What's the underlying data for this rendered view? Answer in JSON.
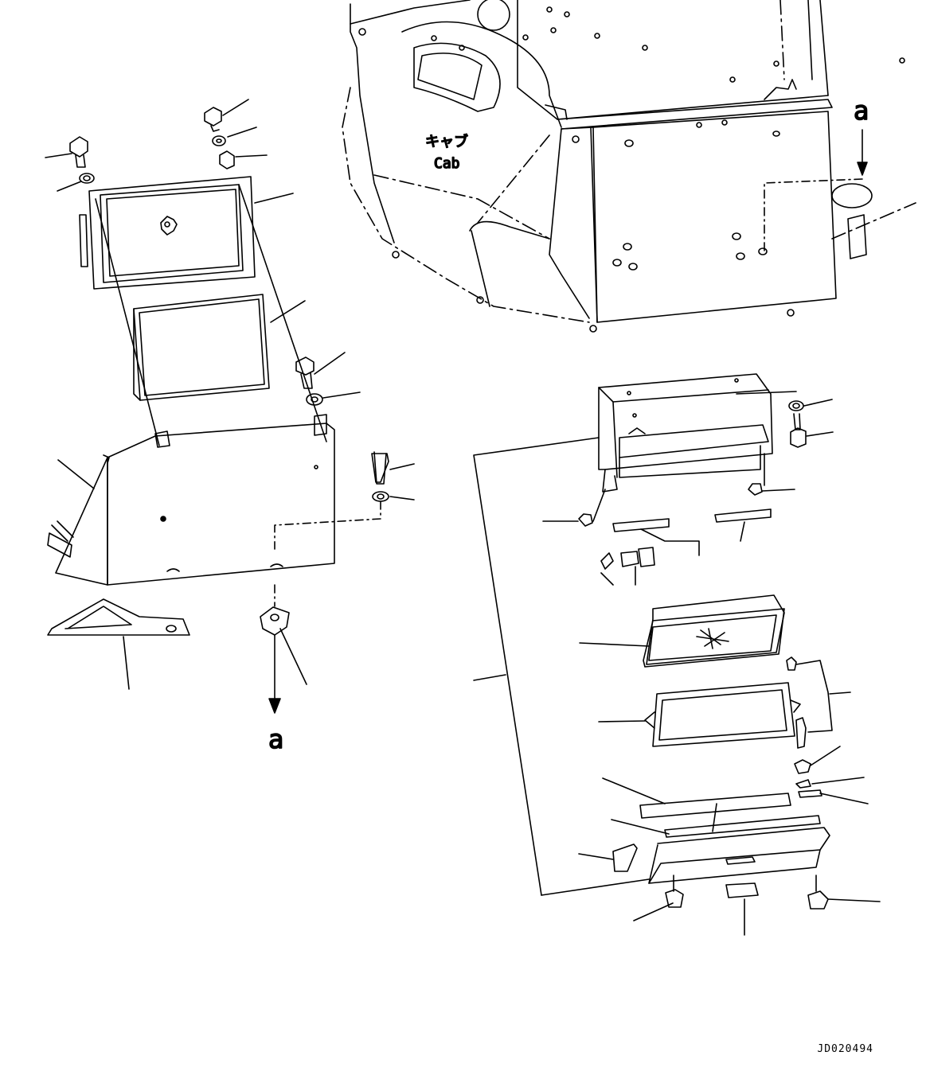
{
  "cab_label": {
    "jp": "キャブ",
    "en": "Cab"
  },
  "view_marker": "a",
  "drawing_id": "JD020494",
  "colors": {
    "line": "#000000",
    "background": "#ffffff"
  }
}
